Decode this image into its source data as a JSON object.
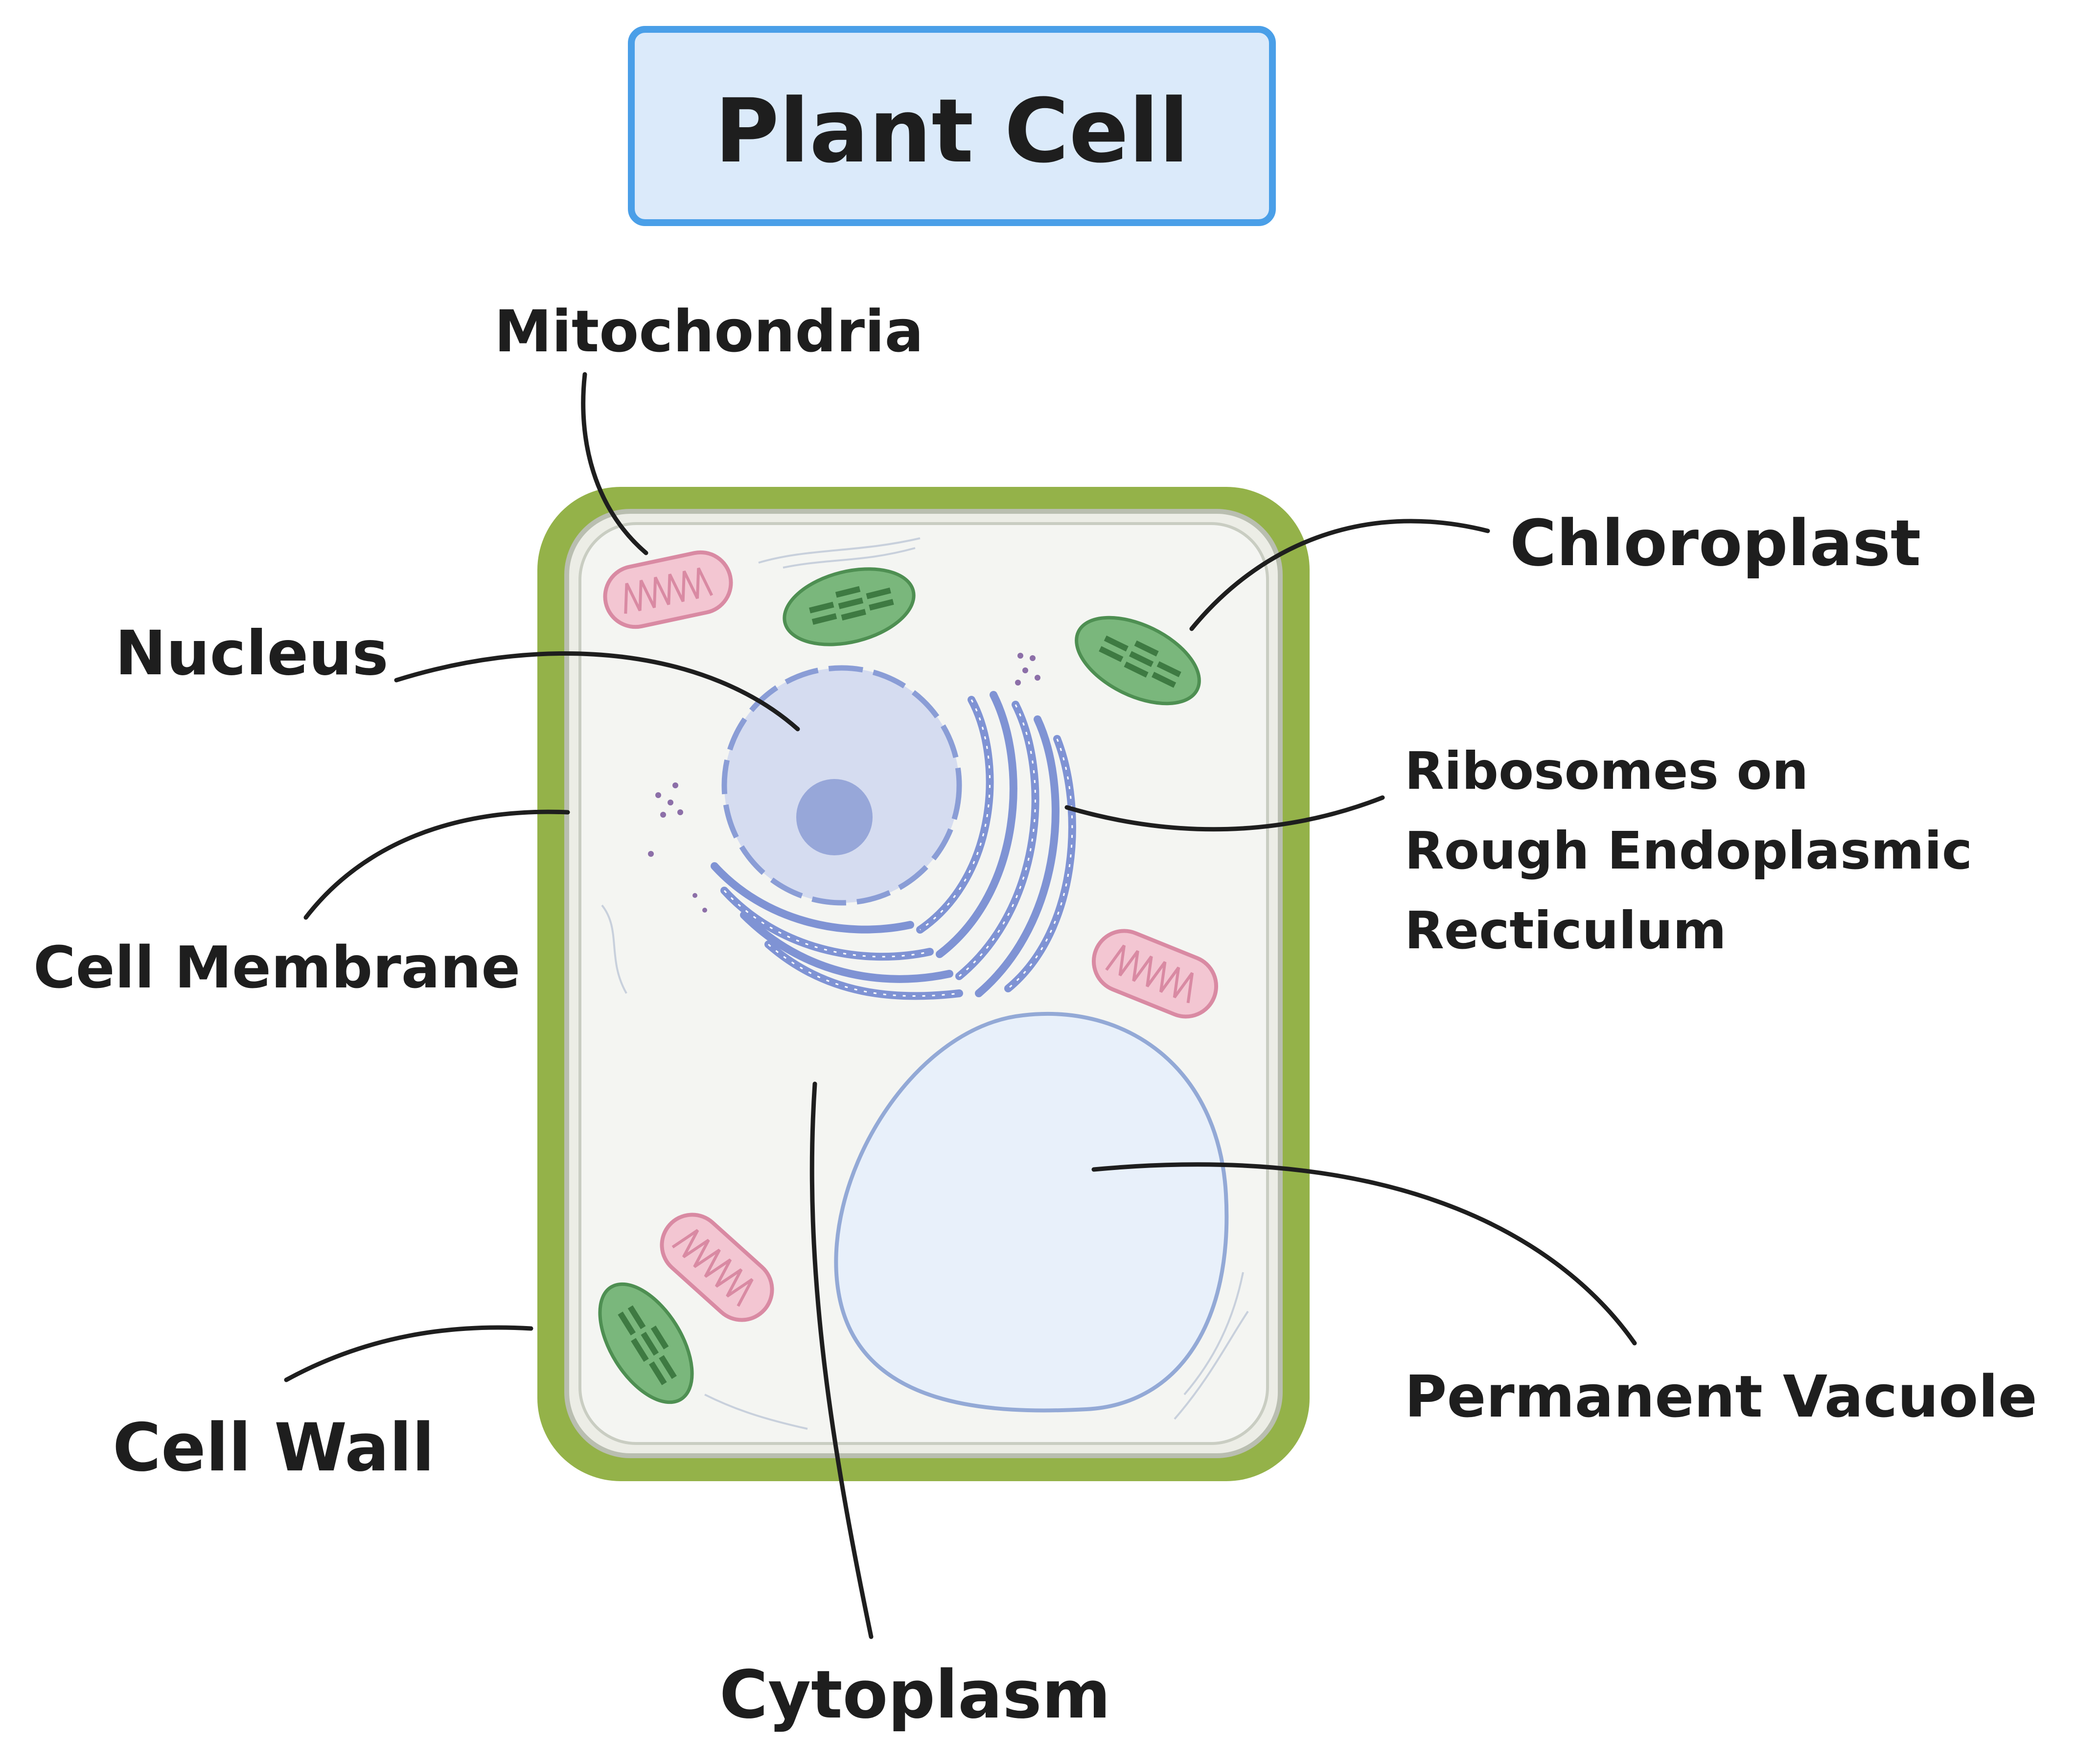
{
  "title": "Plant Cell",
  "labels": {
    "mitochondria": "Mitochondria",
    "chloroplast": "Chloroplast",
    "nucleus": "Nucleus",
    "ribosomes_line1": "Ribosomes on",
    "ribosomes_line2": "Rough Endoplasmic",
    "ribosomes_line3": "Recticulum",
    "cell_membrane": "Cell Membrane",
    "permanent_vacuole": "Permanent Vacuole",
    "cell_wall": "Cell Wall",
    "cytoplasm": "Cytoplasm"
  },
  "colors": {
    "title_fill": "#dbeafa",
    "title_border": "#4a9fe8",
    "cell_wall": "#94b249",
    "cytoplasm": "#f4f5f2",
    "membrane": "#b9beb0",
    "nucleus": "#d5dcf0",
    "nucleolus": "#97a7d9",
    "er": "#7f93d4",
    "vacuole": "#e8f0fa",
    "mitochondria": "#e8a0b5",
    "chloroplast": "#7ab77c",
    "text": "#1e1e1e"
  }
}
